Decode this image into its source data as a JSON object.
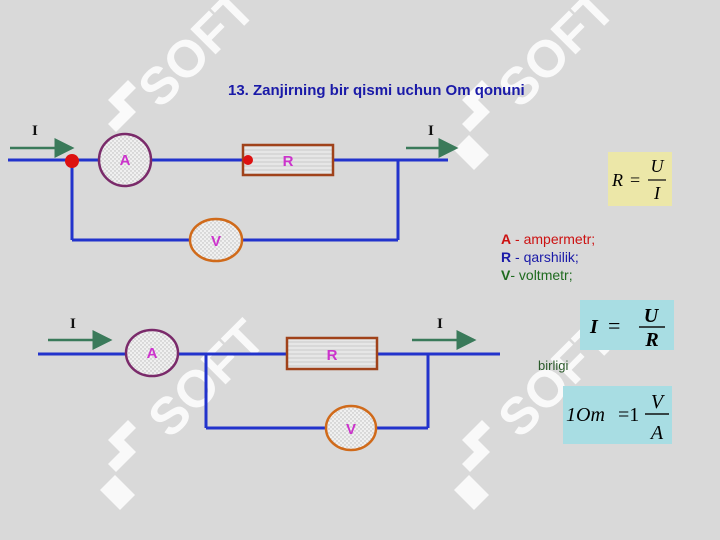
{
  "title": "13. Zanjirning bir qismi uchun Om qonuni",
  "labels": {
    "ammeter": "A",
    "resistor": "R",
    "voltmeter": "V",
    "current": "I"
  },
  "formula1": {
    "lhs": "R",
    "eq": "=",
    "num": "U",
    "den": "I"
  },
  "formula2": {
    "lhs": "I",
    "eq": "=",
    "num": "U",
    "den": "R"
  },
  "formula3": {
    "lhs": "1Om",
    "eq": "=1",
    "num": "V",
    "den": "A"
  },
  "legend": [
    {
      "key": "A",
      "sep": " - ",
      "desc": "ampermetr;",
      "color": "#cc1111"
    },
    {
      "key": "R",
      "sep": " - ",
      "desc": "qarshilik;",
      "color": "#1a1aa8"
    },
    {
      "key": "V",
      "sep": "- ",
      "desc": "voltmetr;",
      "color": "#1f6b1f"
    }
  ],
  "unit_label": "birligi",
  "watermark": "SOFT",
  "colors": {
    "wire": "#2233cc",
    "arrow": "#3a7a5a",
    "ammeter_border": "#7a2a6a",
    "resistor_border": "#a0421a",
    "voltmeter_border": "#d06a1a",
    "component_label": "#cc33cc",
    "node": "#dd1111",
    "formula_box1": "#ece7a8",
    "formula_box2": "#a8dde3"
  }
}
